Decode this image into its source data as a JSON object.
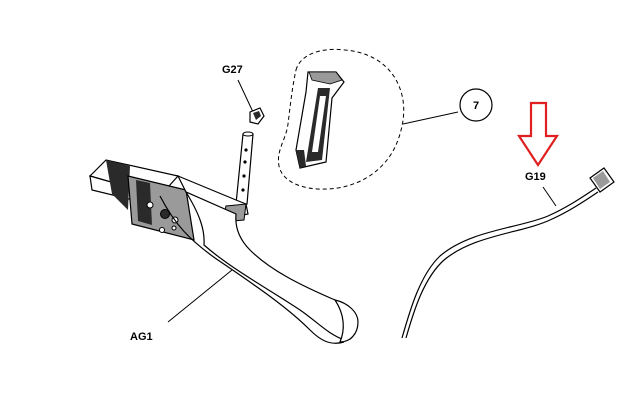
{
  "labels": {
    "g27": "G27",
    "g19": "G19",
    "ag1": "AG1",
    "callout_7": "7"
  },
  "colors": {
    "line": "#000000",
    "arrow": "#e02020",
    "part_fill": "#ffffff",
    "shade_dark": "#2a2a2a",
    "shade_mid": "#9a9a9a"
  }
}
